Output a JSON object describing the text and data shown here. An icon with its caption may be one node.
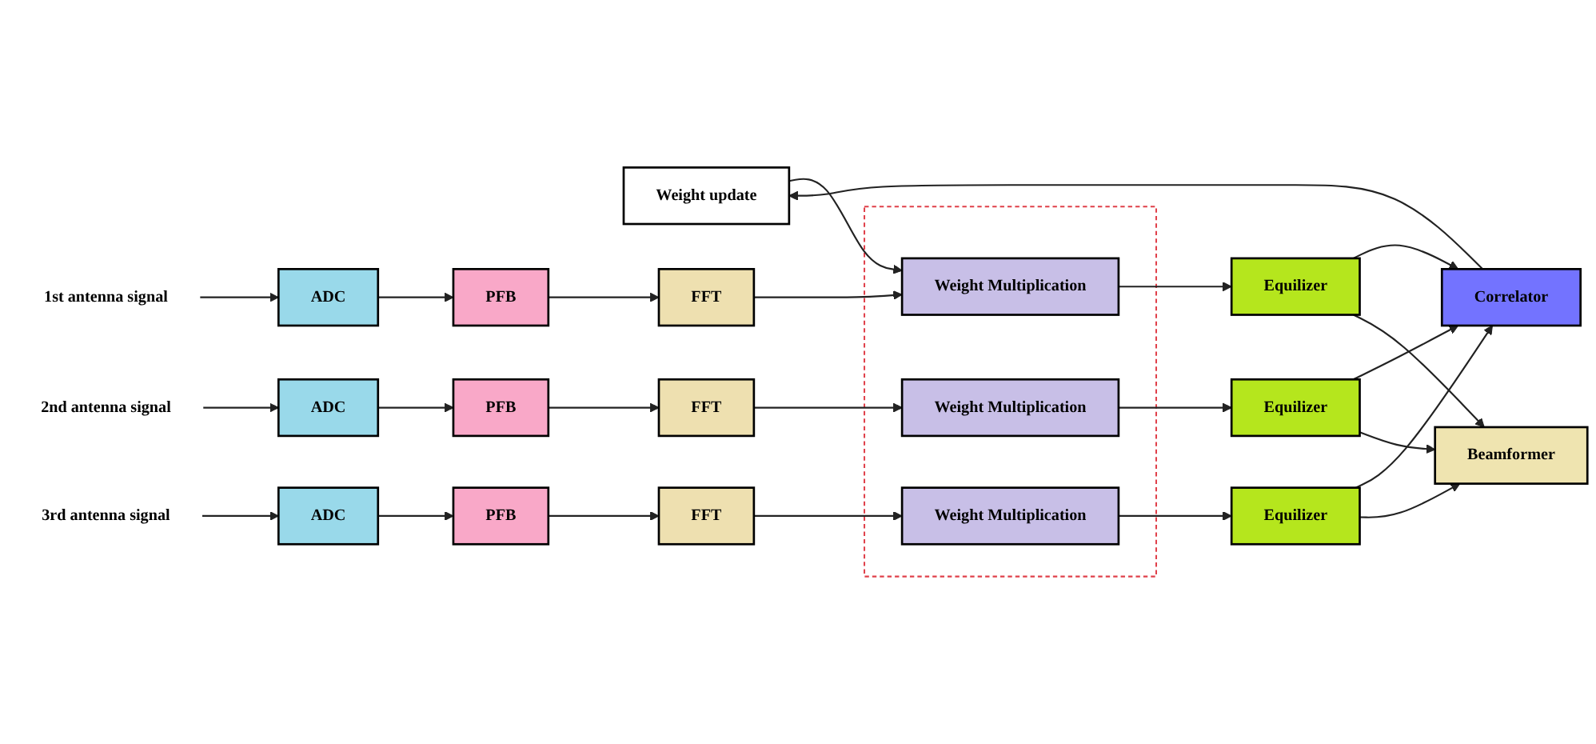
{
  "diagram": {
    "nodes": [
      {
        "text": [
          "Weight update"
        ]
      },
      {
        "text": [],
        "shape": "box"
      },
      {
        "text": [
          "1st antenna signal"
        ]
      },
      {
        "text": [
          "ADC"
        ]
      },
      {
        "text": [
          "PFB"
        ]
      },
      {
        "text": [
          "FFT"
        ]
      },
      {
        "text": [
          "Weight Multiplication"
        ],
        "in": 1
      },
      {
        "text": [
          "Equilizer"
        ]
      },
      {
        "text": [
          "Correlator"
        ]
      },
      {
        "text": [
          "2nd antenna signal"
        ]
      },
      {
        "text": [
          "ADC"
        ]
      },
      {
        "text": [
          "PFB"
        ]
      },
      {
        "text": [
          "FFT"
        ]
      },
      {
        "text": [
          "Weight Multiplication"
        ],
        "in": 1
      },
      {
        "text": [
          "Equilizer"
        ]
      },
      {
        "text": [
          "3rd antenna signal"
        ]
      },
      {
        "text": [
          "ADC"
        ]
      },
      {
        "text": [
          "PFB"
        ]
      },
      {
        "text": [
          "FFT"
        ]
      },
      {
        "text": [
          "Weight Multiplication"
        ],
        "in": 1
      },
      {
        "text": [
          "Equilizer"
        ]
      },
      {
        "text": [
          "Beamformer"
        ]
      }
    ],
    "edges": [
      {
        "from": 0,
        "to": 6,
        "arrow": "to"
      },
      {
        "from": 8,
        "to": 0,
        "arrow": "to"
      },
      {
        "from": 2,
        "to": 3,
        "arrow": "to"
      },
      {
        "from": 3,
        "to": 4,
        "arrow": "to"
      },
      {
        "from": 4,
        "to": 5,
        "arrow": "to"
      },
      {
        "from": 5,
        "to": 6,
        "arrow": "to"
      },
      {
        "from": 6,
        "to": 7,
        "arrow": "to"
      },
      {
        "from": 9,
        "to": 10,
        "arrow": "to"
      },
      {
        "from": 10,
        "to": 11,
        "arrow": "to"
      },
      {
        "from": 11,
        "to": 12,
        "arrow": "to"
      },
      {
        "from": 12,
        "to": 13,
        "arrow": "to"
      },
      {
        "from": 13,
        "to": 14,
        "arrow": "to"
      },
      {
        "from": 15,
        "to": 16,
        "arrow": "to"
      },
      {
        "from": 16,
        "to": 17,
        "arrow": "to"
      },
      {
        "from": 17,
        "to": 18,
        "arrow": "to"
      },
      {
        "from": 18,
        "to": 19,
        "arrow": "to"
      },
      {
        "from": 19,
        "to": 20,
        "arrow": "to"
      },
      {
        "from": 7,
        "to": 8,
        "arrow": "to"
      },
      {
        "from": 7,
        "to": 21,
        "arrow": "to"
      },
      {
        "from": 14,
        "to": 8,
        "arrow": "to"
      },
      {
        "from": 14,
        "to": 21,
        "arrow": "to"
      },
      {
        "from": 20,
        "to": 8,
        "arrow": "to"
      },
      {
        "from": 20,
        "to": 21,
        "arrow": "to"
      }
    ]
  }
}
